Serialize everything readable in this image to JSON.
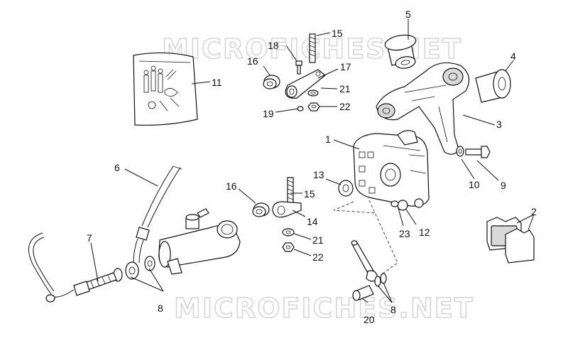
{
  "watermark": "MICROFICHES.NET",
  "labels": {
    "l1": "1",
    "l2": "2",
    "l3": "3",
    "l4": "4",
    "l5": "5",
    "l6": "6",
    "l7": "7",
    "l8a": "8",
    "l8b": "8",
    "l9": "9",
    "l10": "10",
    "l11": "11",
    "l12": "12",
    "l13": "13",
    "l14": "14",
    "l15a": "15",
    "l15b": "15",
    "l16a": "16",
    "l16b": "16",
    "l17": "17",
    "l18": "18",
    "l19": "19",
    "l20": "20",
    "l21a": "21",
    "l21b": "21",
    "l22a": "22",
    "l22b": "22",
    "l23": "23"
  }
}
